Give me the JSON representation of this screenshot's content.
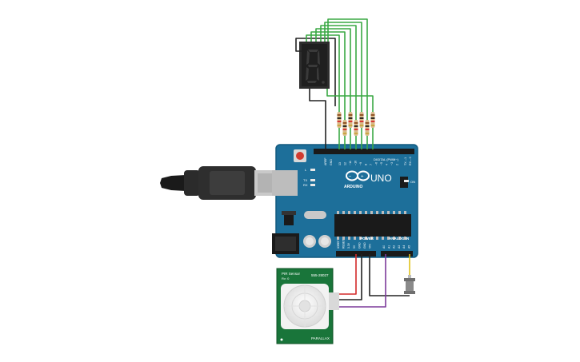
{
  "board": {
    "brand": "ARDUINO",
    "model": "UNO",
    "digital_header": "DIGITAL (PWM~)",
    "power_header": "POWER",
    "analog_header": "ANALOG IN",
    "led_on": "ON",
    "led_l": "L",
    "led_tx": "TX",
    "led_rx": "RX",
    "aref": "AREF",
    "gnd_top": "GND",
    "tx_pin": "TX→1",
    "rx_pin": "RX←0",
    "digital_pins": [
      "13",
      "12",
      "~11",
      "~10",
      "~9",
      "8",
      "7",
      "~6",
      "~5",
      "4",
      "~3",
      "2"
    ],
    "power_pins": [
      "IOREF",
      "RESET",
      "3.3V",
      "5V",
      "GND",
      "GND",
      "VIN"
    ],
    "analog_pins": [
      "A0",
      "A1",
      "A2",
      "A3",
      "A4",
      "A5"
    ]
  },
  "pir": {
    "title": "PIR Sensor",
    "subtitle": "Rv: 0",
    "part_no": "555-28027",
    "footer": "PARALLAX"
  },
  "display": {
    "digit": "8"
  },
  "colors": {
    "board_blue": "#1d6f9a",
    "wire_green": "#3aa844",
    "wire_black": "#222222",
    "wire_red": "#d42a2a",
    "wire_purple": "#7c3a9a",
    "wire_yellow": "#e0c21a",
    "pir_green": "#19753a"
  }
}
